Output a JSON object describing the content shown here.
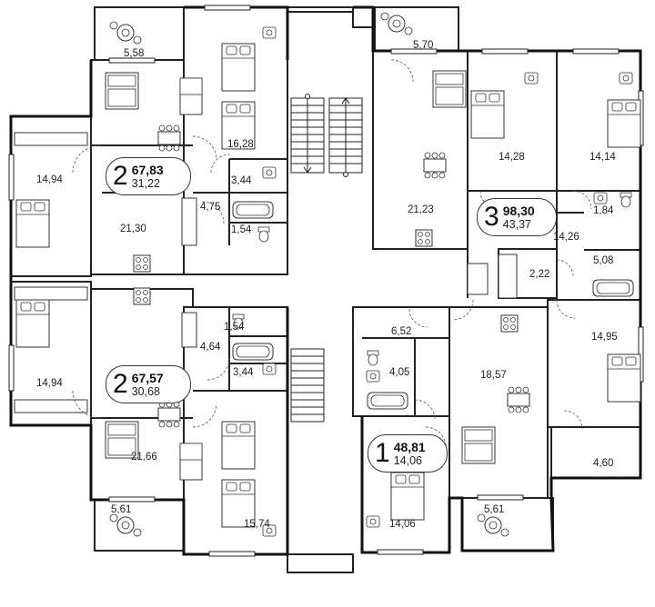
{
  "apartments": [
    {
      "id": "apt-2-top",
      "rooms": "2",
      "total": "67,83",
      "living": "31,22"
    },
    {
      "id": "apt-2-bottom",
      "rooms": "2",
      "total": "67,57",
      "living": "30,68"
    },
    {
      "id": "apt-3",
      "rooms": "3",
      "total": "98,30",
      "living": "43,37"
    },
    {
      "id": "apt-1",
      "rooms": "1",
      "total": "48,81",
      "living": "14,06"
    }
  ],
  "room_areas": {
    "balcony_top_left": "5,58",
    "bedroom_top": "16,28",
    "bedroom_left_top": "14,94",
    "bath_top": "3,44",
    "hall_top": "4,75",
    "kitchen_top": "21,30",
    "wc_top": "1,54",
    "balcony_top_right": "5,70",
    "kitchen_apt3": "21,23",
    "bedroom_apt3_a": "14,28",
    "bedroom_apt3_b": "14,14",
    "wc_apt3": "1,84",
    "hall_apt3": "14,26",
    "closet_apt3": "2,22",
    "bath_apt3": "5,08",
    "bedroom_apt3_c": "14,95",
    "balcony_apt3": "4,60",
    "wc_bottom": "1,54",
    "hall_bottom": "4,64",
    "bath_bottom": "3,44",
    "bedroom_left_bottom": "14,94",
    "kitchen_bottom": "21,66",
    "balcony_bottom_left": "5,61",
    "bedroom_bottom": "15,74",
    "hall_apt1": "6,52",
    "bath_apt1": "4,05",
    "kitchen_apt1": "18,57",
    "balcony_bottom_right": "5,61",
    "room_apt1": "14,06"
  }
}
